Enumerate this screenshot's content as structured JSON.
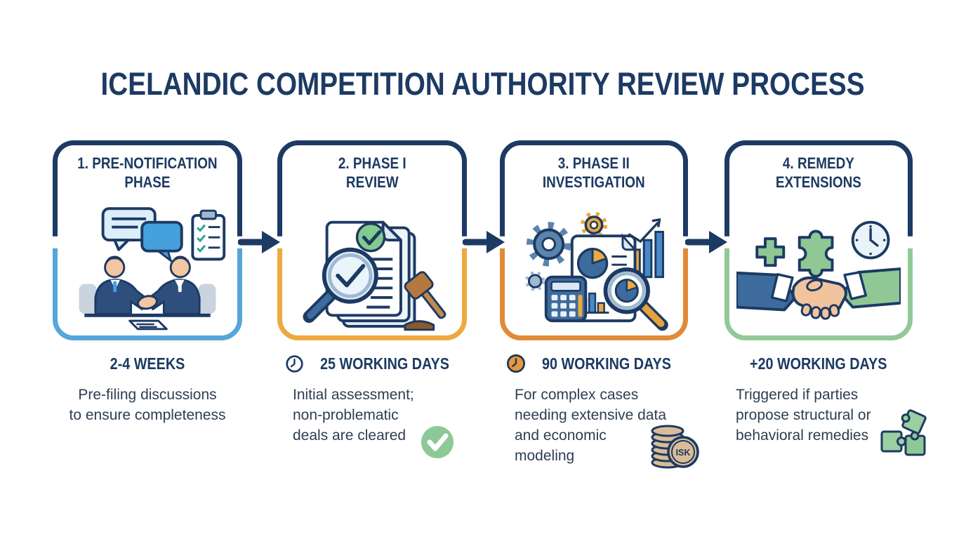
{
  "title": "ICELANDIC COMPETITION AUTHORITY REVIEW PROCESS",
  "colors": {
    "navy": "#1c3a63",
    "body_text": "#2e3e52",
    "step1_accent": "#55a6da",
    "step2_accent": "#ecaa3f",
    "step3_accent": "#e18a38",
    "step4_accent": "#92c997",
    "check_green": "#8cc996",
    "coin_tan": "#d9bd98"
  },
  "steps": [
    {
      "title": "1. PRE-NOTIFICATION\nPHASE",
      "accent": "#55a6da",
      "duration": "2-4 WEEKS",
      "duration_icon": "none",
      "description": "Pre-filing discussions\nto ensure completeness",
      "illustration": "businessmen-handshake-meeting-icon",
      "badge": "none"
    },
    {
      "title": "2. PHASE I\nREVIEW",
      "accent": "#ecaa3f",
      "duration": "25 WORKING DAYS",
      "duration_icon": "clock-outline-icon",
      "description": "Initial assessment;\nnon-problematic\ndeals are cleared",
      "illustration": "document-magnifier-gavel-icon",
      "badge": "check-circle-icon"
    },
    {
      "title": "3. PHASE II\nINVESTIGATION",
      "accent": "#e18a38",
      "duration": "90 WORKING DAYS",
      "duration_icon": "clock-filled-icon",
      "description": "For complex cases\nneeding extensive data\nand economic\nmodeling",
      "illustration": "data-analysis-charts-icon",
      "badge": "isk-coins-icon"
    },
    {
      "title": "4. REMEDY\nEXTENSIONS",
      "accent": "#92c997",
      "duration": "+20 WORKING DAYS",
      "duration_icon": "none",
      "description": "Triggered if parties\npropose structural or\nbehavioral remedies",
      "illustration": "agreement-handshake-puzzle-icon",
      "badge": "puzzle-pieces-icon"
    }
  ],
  "isk_label": "ISK"
}
